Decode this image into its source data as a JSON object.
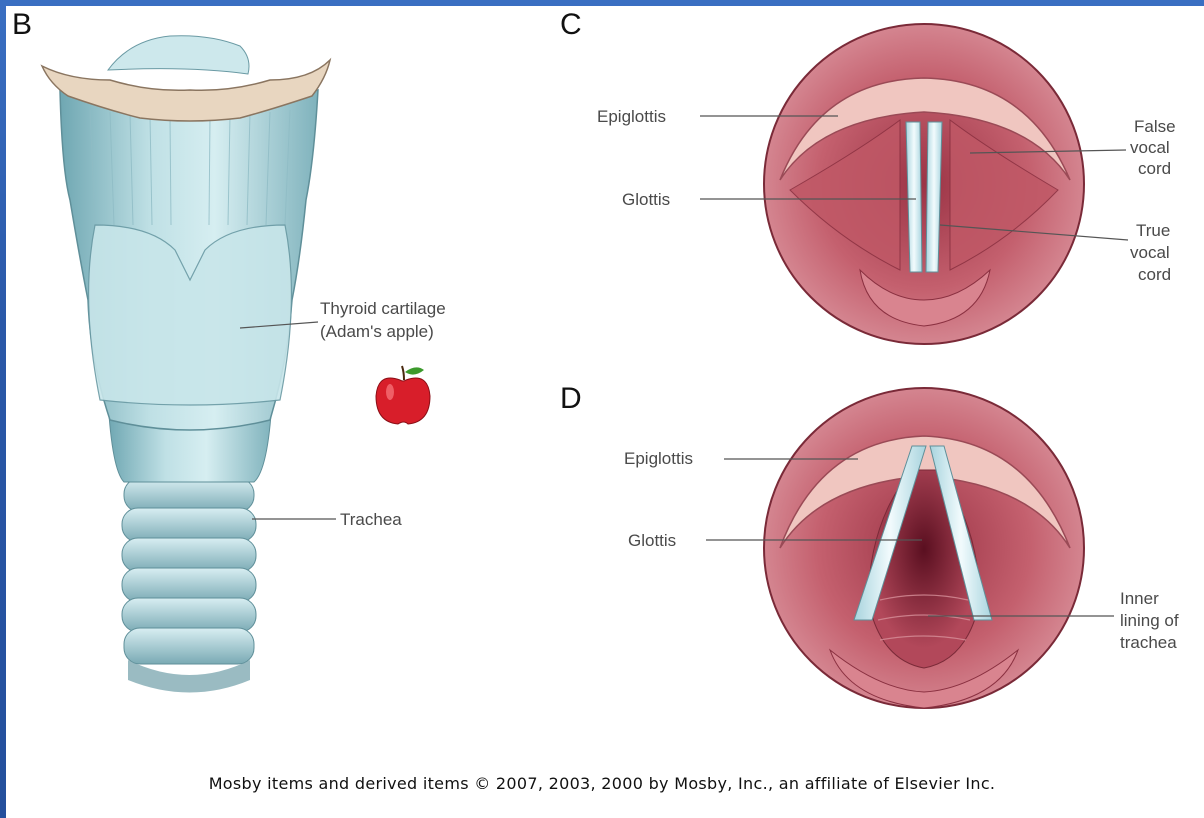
{
  "panels": {
    "b": {
      "letter": "B",
      "labels": {
        "thyroid_line1": "Thyroid cartilage",
        "thyroid_line2": "(Adam's apple)",
        "trachea": "Trachea"
      }
    },
    "c": {
      "letter": "C",
      "labels": {
        "epiglottis": "Epiglottis",
        "glottis": "Glottis",
        "false_cord_1": "False",
        "false_cord_2": "vocal",
        "false_cord_3": "cord",
        "true_cord_1": "True",
        "true_cord_2": "vocal",
        "true_cord_3": "cord"
      }
    },
    "d": {
      "letter": "D",
      "labels": {
        "epiglottis": "Epiglottis",
        "glottis": "Glottis",
        "inner_1": "Inner",
        "inner_2": "lining of",
        "inner_3": "trachea"
      }
    }
  },
  "footer": "Mosby items and derived items © 2007, 2003, 2000 by Mosby, Inc., an affiliate of Elsevier Inc.",
  "colors": {
    "background": "#2f5fae",
    "cartilage": "#a9d2d8",
    "mucosa": "#c9707a",
    "cord": "#e4f3f8"
  }
}
